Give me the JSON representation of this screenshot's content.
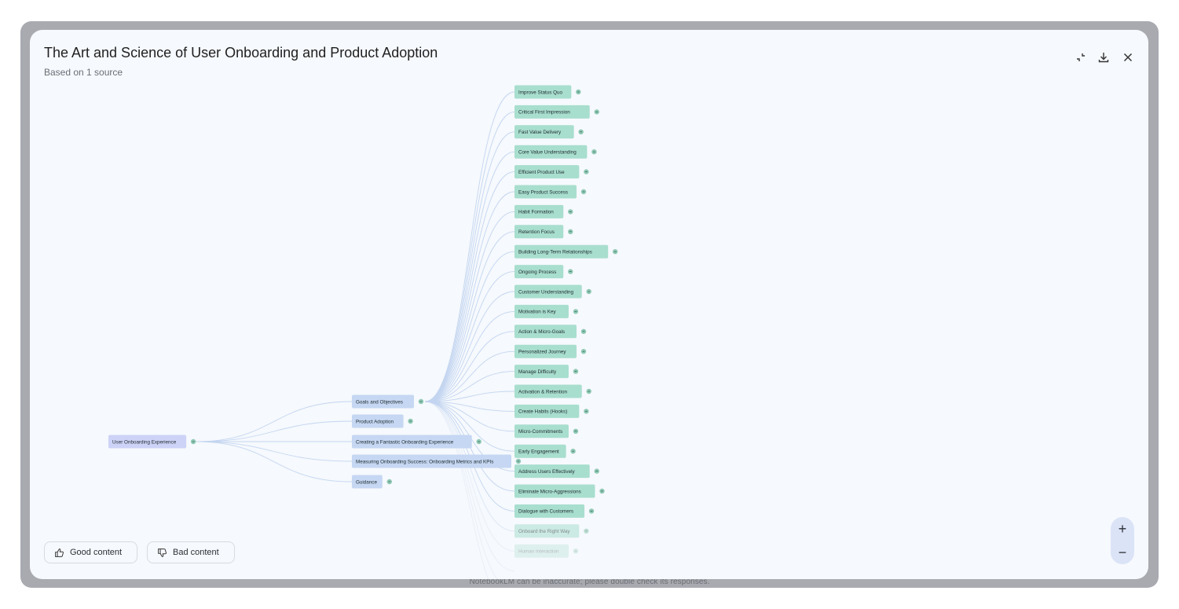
{
  "header": {
    "title": "The Art and Science of User Onboarding and Product Adoption",
    "subtitle": "Based on 1 source",
    "icons": [
      "collapse-icon",
      "download-icon",
      "close-icon"
    ]
  },
  "mindmap": {
    "root": "User Onboarding Experience",
    "branches": [
      "Goals and Objectives",
      "Product Adoption",
      "Creating a Fantastic Onboarding Experience",
      "Measuring Onboarding Success: Onboarding Metrics and KPIs",
      "Guidance"
    ],
    "leaves": [
      "Improve Status Quo",
      "Critical First Impression",
      "Fast Value Delivery",
      "Core Value Understanding",
      "Efficient Product Use",
      "Easy Product Success",
      "Habit Formation",
      "Retention Focus",
      "Building Long-Term Relationships",
      "Ongoing Process",
      "Customer Understanding",
      "Motivation is Key",
      "Action & Micro-Goals",
      "Personalized Journey",
      "Manage Difficulty",
      "Activation & Retention",
      "Create Habits (Hooks)",
      "Micro-Commitments",
      "Early Engagement",
      "Address Users Effectively",
      "Eliminate Micro-Aggressions",
      "Dialogue with Customers",
      "Onboard the Right Way",
      "Human Interaction"
    ],
    "colors": {
      "root": "#cdd3f7",
      "branch": "#c5d7f2",
      "leaf": "#a8dece",
      "link": "#c3d5f0",
      "expand": "#8fc8b4"
    }
  },
  "feedback": {
    "good": "Good content",
    "bad": "Bad content"
  },
  "zoom": {
    "in": "+",
    "out": "−"
  },
  "footer": "NotebookLM can be inaccurate; please double check its responses."
}
